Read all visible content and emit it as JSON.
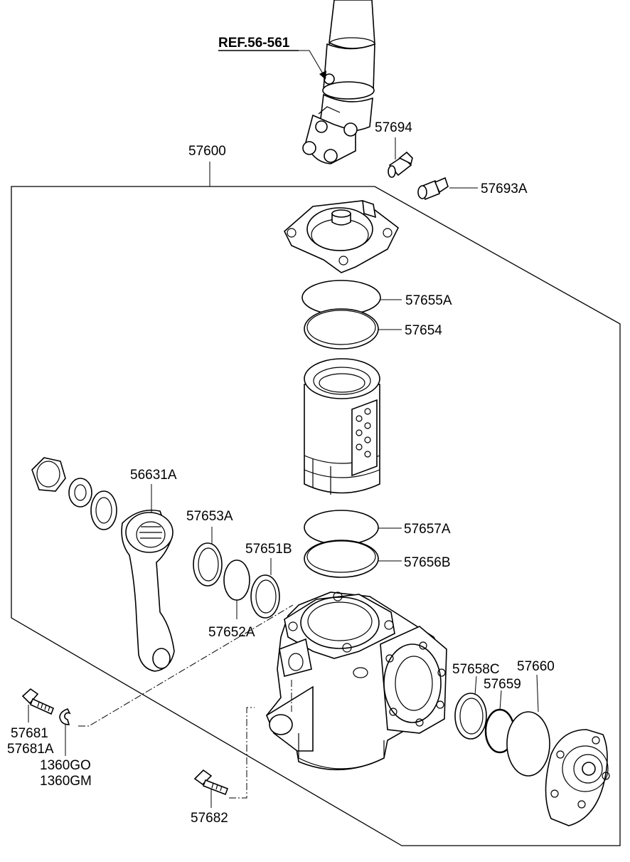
{
  "diagram": {
    "reference_label": "REF.56-561",
    "labels": {
      "assembly": "57600",
      "fitting_a": "57694",
      "fitting_b": "57693A",
      "o_ring_top": "57655A",
      "seal_ring_top": "57654",
      "pitman_arm": "56631A",
      "seal_57653a": "57653A",
      "seal_57651b": "57651B",
      "o_ring_57652a": "57652A",
      "o_ring_57657a": "57657A",
      "seal_57656b": "57656B",
      "seal_57658c": "57658C",
      "ring_57659": "57659",
      "gasket_57660": "57660",
      "bolt_57681": "57681",
      "bolt_57681a": "57681A",
      "washer_1360go": "1360GO",
      "washer_1360gm": "1360GM",
      "bolt_57682": "57682"
    }
  }
}
